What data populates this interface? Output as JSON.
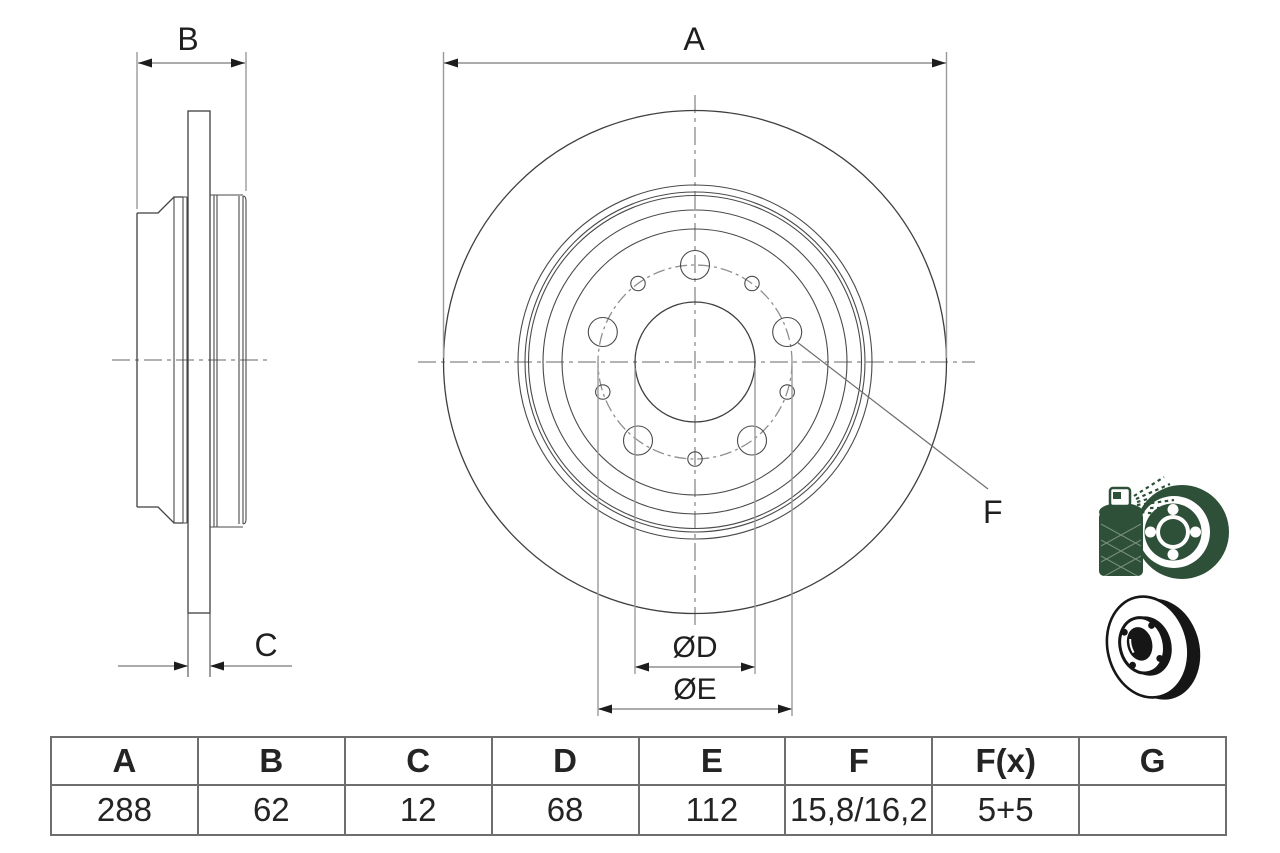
{
  "drawing": {
    "labels": {
      "a": "A",
      "b": "B",
      "c": "C",
      "d": "ØD",
      "e": "ØE",
      "f": "F"
    }
  },
  "icons": {
    "coating_spray": "spray-can-coating-disc",
    "disc_perspective": "brake-disc-perspective"
  },
  "colors": {
    "icon_green": "#2e5038",
    "geometry_line": "#3f3f3f",
    "dimension_line": "#8f8f8f",
    "text": "#1f1f1f",
    "table_border": "#6e6e6e"
  },
  "table": {
    "columns": [
      "A",
      "B",
      "C",
      "D",
      "E",
      "F",
      "F(x)",
      "G"
    ],
    "values": [
      "288",
      "62",
      "12",
      "68",
      "112",
      "15,8/16,2",
      "5+5",
      ""
    ]
  }
}
